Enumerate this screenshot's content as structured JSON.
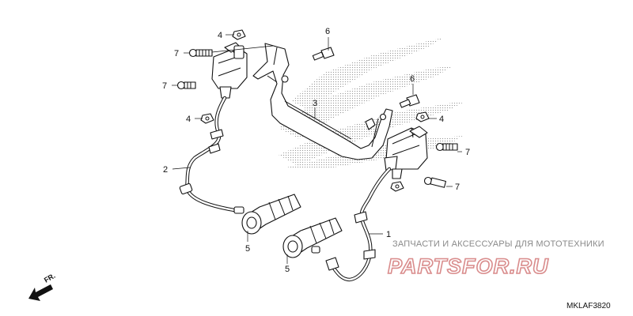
{
  "callouts": [
    {
      "id": "c-4a",
      "text": "4"
    },
    {
      "id": "c-7a",
      "text": "7"
    },
    {
      "id": "c-7b",
      "text": "7"
    },
    {
      "id": "c-4b",
      "text": "4"
    },
    {
      "id": "c-2",
      "text": "2"
    },
    {
      "id": "c-6a",
      "text": "6"
    },
    {
      "id": "c-3",
      "text": "3"
    },
    {
      "id": "c-6b",
      "text": "6"
    },
    {
      "id": "c-4c",
      "text": "4"
    },
    {
      "id": "c-7c",
      "text": "7"
    },
    {
      "id": "c-7d",
      "text": "7"
    },
    {
      "id": "c-1",
      "text": "1"
    },
    {
      "id": "c-5a",
      "text": "5"
    },
    {
      "id": "c-5b",
      "text": "5"
    }
  ],
  "watermark": {
    "tagline": "ЗАПЧАСТИ И АКСЕССУАРЫ ДЛЯ МОТОТЕХНИКИ",
    "brand": "PARTSFOR.RU"
  },
  "direction_label": "FR.",
  "diagram_code": "MKLAF3820",
  "colors": {
    "watermark_text": "#8a8a8a",
    "brand_outline": "#d98c8c",
    "wing_dots": "#9a9a9a"
  }
}
